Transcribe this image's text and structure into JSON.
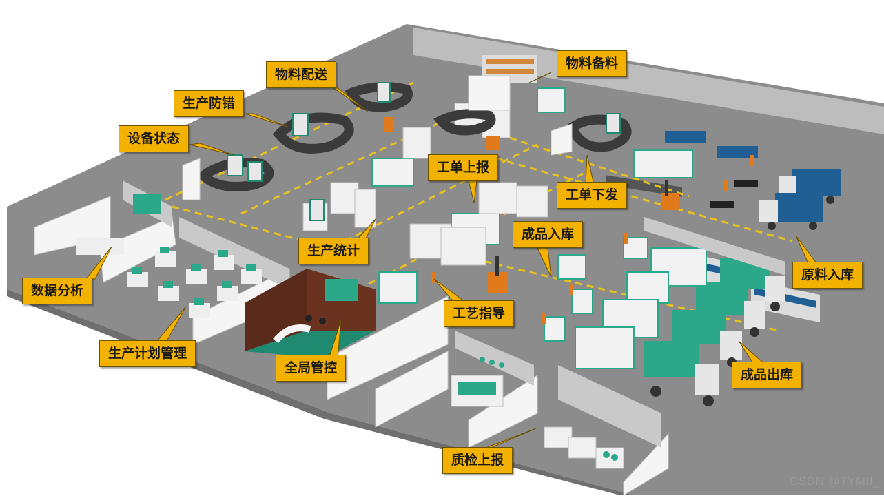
{
  "callouts": [
    {
      "id": "material-delivery",
      "text": "物料配送"
    },
    {
      "id": "material-preparation",
      "text": "物料备料"
    },
    {
      "id": "error-proofing",
      "text": "生产防错"
    },
    {
      "id": "equipment-status",
      "text": "设备状态"
    },
    {
      "id": "work-order-report",
      "text": "工单上报"
    },
    {
      "id": "work-order-issue",
      "text": "工单下发"
    },
    {
      "id": "finished-goods-inbound",
      "text": "成品入库"
    },
    {
      "id": "production-statistics",
      "text": "生产统计"
    },
    {
      "id": "data-analysis",
      "text": "数据分析"
    },
    {
      "id": "raw-material-inbound",
      "text": "原料入库"
    },
    {
      "id": "process-guidance",
      "text": "工艺指导"
    },
    {
      "id": "production-plan-management",
      "text": "生产计划管理"
    },
    {
      "id": "global-control",
      "text": "全局管控"
    },
    {
      "id": "finished-goods-outbound",
      "text": "成品出库"
    },
    {
      "id": "quality-inspection-report",
      "text": "质检上报"
    }
  ],
  "watermark": "CSDN @TYMII_",
  "colors": {
    "callout_fill": "#f4b200",
    "floor": "#8e8e8e",
    "wall": "#c9c9c9",
    "teal": "#2aa889",
    "truck_blue": "#1f5f94",
    "forklift_orange": "#e07a1a"
  }
}
